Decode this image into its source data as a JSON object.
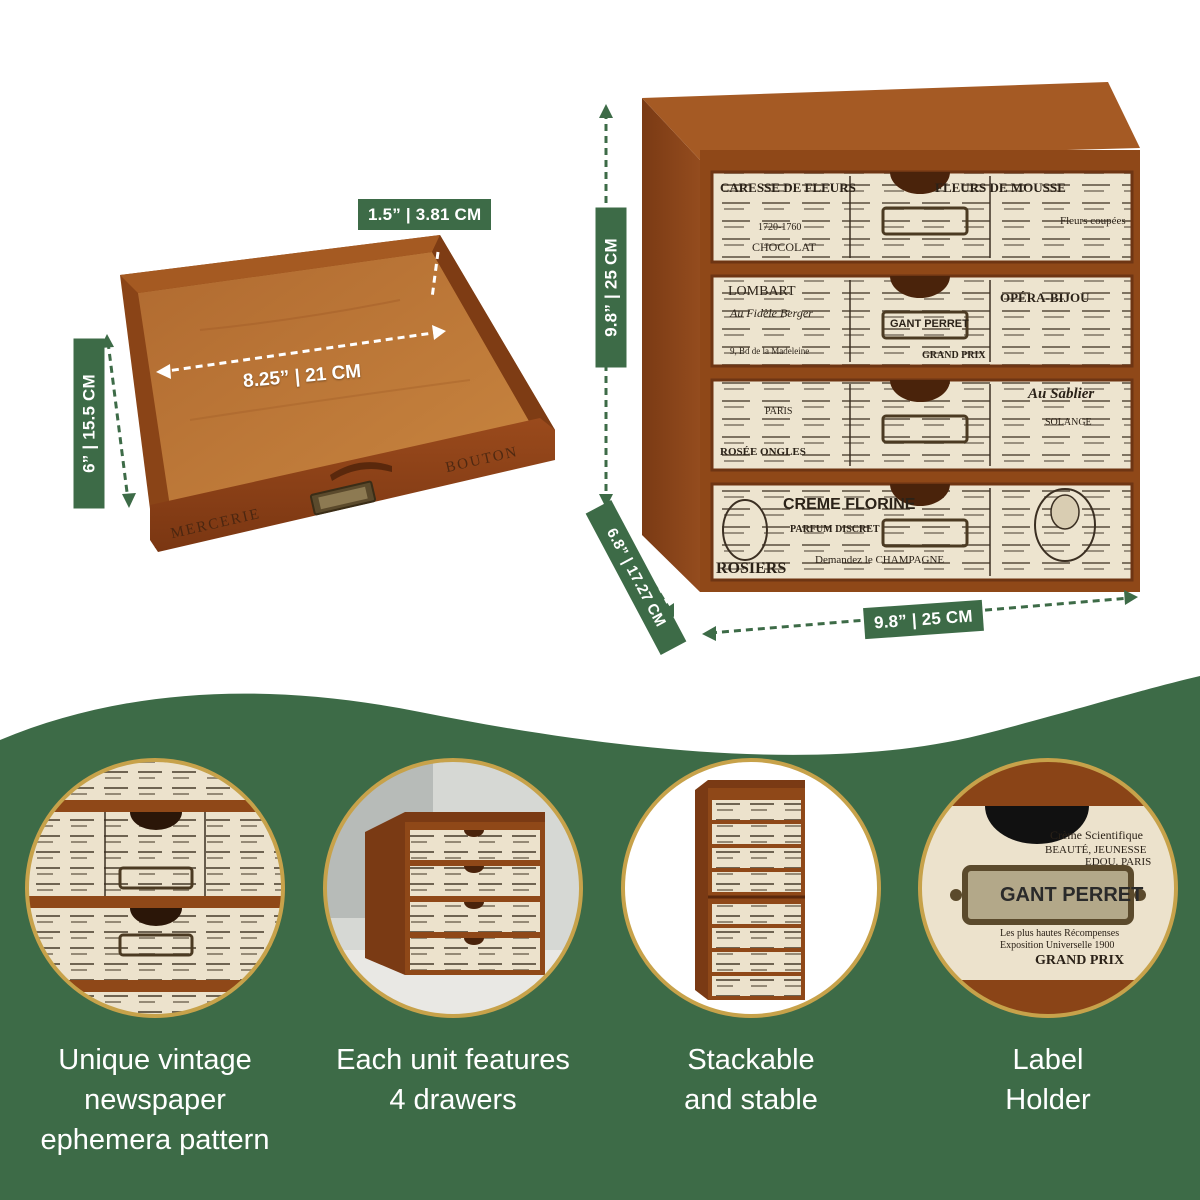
{
  "colors": {
    "green": "#3d6b47",
    "wood": "#9a5424",
    "wood_dark": "#6e3513",
    "paper": "#ede4cf",
    "ring": "#c7a24a"
  },
  "dimensions": {
    "drawer_height": "1.5” | 3.81 CM",
    "drawer_width": "8.25” | 21 CM",
    "drawer_depth": "6” | 15.5 CM",
    "cabinet_height": "9.8” | 25 CM",
    "cabinet_depth": "6.8” | 17.27 CM",
    "cabinet_width": "9.8” | 25 CM"
  },
  "drawer_print": {
    "left": "MERCERIE",
    "right": "BOUTON"
  },
  "cabinet_print": [
    {
      "left": "CARESSE DE FLEURS",
      "mid": "1720-1760",
      "sub": "CHOCOLAT",
      "right": "FLEURS DE MOUSSE",
      "right2": "Fleurs coupées"
    },
    {
      "left": "LOMBART",
      "mid": "Au Fidèle Berger",
      "sub": "9, Bd de la Madeleine",
      "right": "OPÉRA-BIJOU",
      "right2": "GRAND PRIX",
      "label": "GANT PERRET"
    },
    {
      "left": "PARIS",
      "mid": "ROSÉE ONGLES",
      "sub": "",
      "right": "Au Sablier",
      "right2": "SOLANGE"
    },
    {
      "left": "ROSIERS",
      "mid": "CREME FLORINE",
      "sub": "PARFUM DISCRET",
      "right": "Demandez le CHAMPAGNE",
      "right2": ""
    }
  ],
  "features": [
    {
      "caption_lines": [
        "Unique vintage",
        "newspaper",
        "ephemera pattern"
      ]
    },
    {
      "caption_lines": [
        "Each unit features",
        "4 drawers"
      ]
    },
    {
      "caption_lines": [
        "Stackable",
        "and stable"
      ]
    },
    {
      "caption_lines": [
        "Label",
        "Holder"
      ]
    }
  ],
  "closeup_print": {
    "line1": "Crème Scientifique",
    "line2": "BEAUTÉ, JEUNESSE",
    "line3": "EDOU. PARIS",
    "label": "GANT PERRET",
    "line4": "Les plus hautes Récompenses",
    "line5": "Exposition Universelle 1900",
    "line6": "GRAND PRIX"
  }
}
